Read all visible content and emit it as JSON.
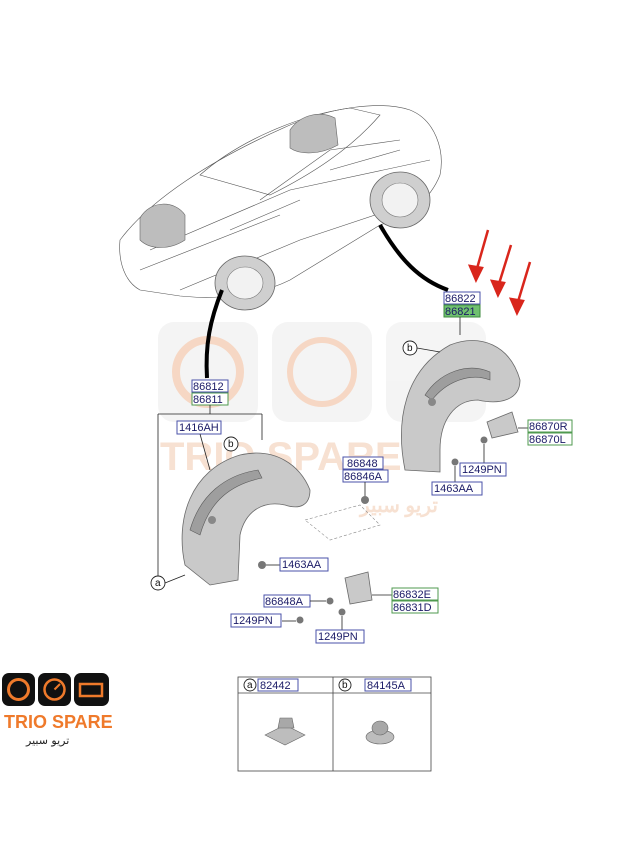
{
  "labels": {
    "rear_liner_1": "86822",
    "rear_liner_2": "86821",
    "front_liner_1": "86812",
    "front_liner_2": "86811",
    "front_screw": "1416AH",
    "front_bracket_1": "86848",
    "front_bracket_2": "86846A",
    "front_clip": "1463AA",
    "front_pin_bracket": "86848A",
    "front_mudguard_1": "86832E",
    "front_mudguard_2": "86831D",
    "front_pin_1": "1249PN",
    "front_pin_2": "1249PN",
    "rear_flap_1": "86870R",
    "rear_flap_2": "86870L",
    "rear_pin": "1249PN",
    "rear_clip": "1463AA"
  },
  "callouts": {
    "a": "a",
    "b": "b",
    "b_front": "b",
    "a_front": "a"
  },
  "legend": {
    "a_letter": "a",
    "a_part": "82442",
    "b_letter": "b",
    "b_part": "84145A"
  },
  "watermark": {
    "text_latin": "TRIO SPARE",
    "text_arabic": "تريو سبير"
  },
  "brand": {
    "name": "TRIO SPARE",
    "name_arabic": "تريو سبير"
  },
  "colors": {
    "label_text": "#1a1a66",
    "box_blue": "#4a52a8",
    "box_green": "#4f9a4f",
    "highlight_green": "#6fc06f",
    "arrow_red": "#d9261c",
    "brand_orange": "#ef7a2b"
  },
  "icons": [
    "red-arrow-icon",
    "logo-wheel-icon",
    "logo-gauge-icon",
    "logo-engine-icon"
  ]
}
